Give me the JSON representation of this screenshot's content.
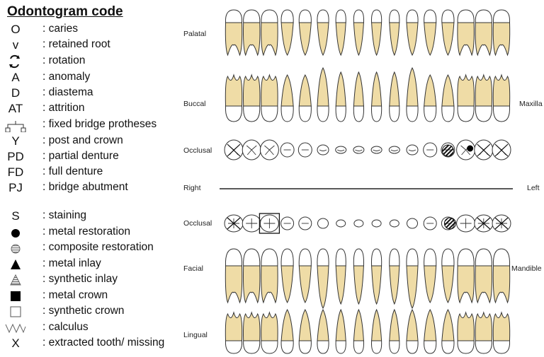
{
  "legend": {
    "title": "Odontogram code",
    "items": [
      {
        "symbol": "O",
        "label": ": caries",
        "icon": "caries-icon"
      },
      {
        "symbol": "v",
        "label": ": retained root",
        "icon": "retained-root-icon"
      },
      {
        "symbol": "",
        "label": ": rotation",
        "icon": "rotation-icon"
      },
      {
        "symbol": "A",
        "label": ": anomaly",
        "icon": "anomaly-icon"
      },
      {
        "symbol": "D",
        "label": ": diastema",
        "icon": "diastema-icon"
      },
      {
        "symbol": "AT",
        "label": ": attrition",
        "icon": "attrition-icon"
      },
      {
        "symbol": "",
        "label": ": fixed bridge protheses",
        "icon": "fixed-bridge-icon"
      },
      {
        "symbol": "Y",
        "label": ": post and crown",
        "icon": "post-crown-icon"
      },
      {
        "symbol": "PD",
        "label": ": partial denture",
        "icon": "partial-denture-icon"
      },
      {
        "symbol": "FD",
        "label": ": full denture",
        "icon": "full-denture-icon"
      },
      {
        "symbol": "PJ",
        "label": ": bridge abutment",
        "icon": "bridge-abutment-icon"
      },
      {
        "symbol": "S",
        "label": ": staining",
        "icon": "staining-icon"
      },
      {
        "symbol": "",
        "label": ": metal restoration",
        "icon": "metal-restoration-icon"
      },
      {
        "symbol": "",
        "label": ": composite restoration",
        "icon": "composite-restoration-icon"
      },
      {
        "symbol": "",
        "label": ": metal inlay",
        "icon": "metal-inlay-icon"
      },
      {
        "symbol": "",
        "label": ": synthetic inlay",
        "icon": "synthetic-inlay-icon"
      },
      {
        "symbol": "",
        "label": ": metal crown",
        "icon": "metal-crown-icon"
      },
      {
        "symbol": "",
        "label": ": synthetic crown",
        "icon": "synthetic-crown-icon"
      },
      {
        "symbol": "",
        "label": ": calculus",
        "icon": "calculus-icon"
      },
      {
        "symbol": "X",
        "label": ": extracted tooth/ missing",
        "icon": "extracted-missing-icon"
      }
    ]
  },
  "diagram": {
    "labels": {
      "palatal": "Palatal",
      "buccal": "Buccal",
      "occlusal_upper": "Occlusal",
      "right": "Right",
      "left": "Left",
      "occlusal_lower": "Occlusal",
      "facial": "Facial",
      "lingual": "Lingual",
      "maxilla": "Maxilla",
      "mandible": "Mandible"
    },
    "colors": {
      "root": "#efdca6",
      "outline": "#333333",
      "crown": "#ffffff"
    },
    "teeth_per_arch": 16
  }
}
